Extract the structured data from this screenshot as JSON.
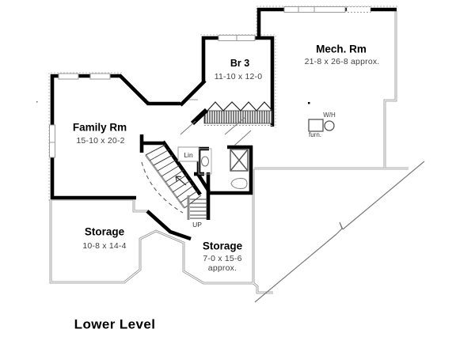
{
  "title": "Lower Level",
  "rooms": {
    "family": {
      "name": "Family Rm",
      "dims": "15-10 x 20-2"
    },
    "br3": {
      "name": "Br 3",
      "dims": "11-10 x 12-0"
    },
    "mech": {
      "name": "Mech. Rm",
      "dims": "21-8 x 26-8 approx."
    },
    "storage1": {
      "name": "Storage",
      "dims": "10-8 x 14-4"
    },
    "storage2": {
      "name": "Storage",
      "dims": "7-0 x 15-6",
      "note": "approx."
    }
  },
  "labels": {
    "linen": "Lin",
    "stairs_up": "UP",
    "furnace": "furn.",
    "water_heater": "W/H"
  },
  "colors": {
    "wall": "#000000",
    "foundation_line": "#8f8f8f",
    "detail_line": "#555555",
    "dim_text": "#3f3f3f",
    "background": "#ffffff"
  }
}
